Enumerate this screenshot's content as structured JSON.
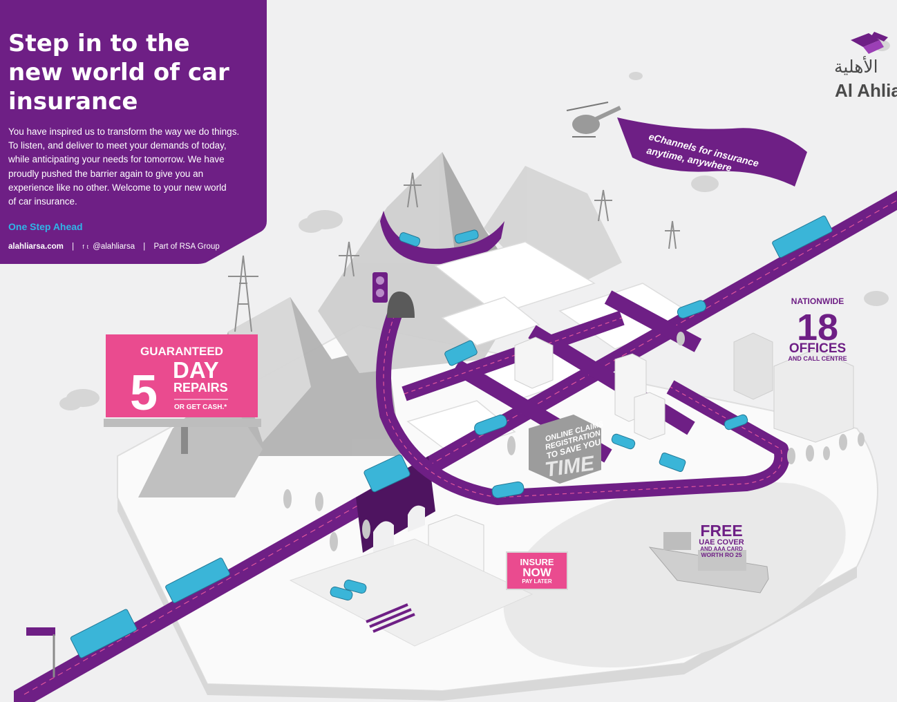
{
  "panel": {
    "headline": [
      "Step in to the",
      "new world of car",
      "insurance"
    ],
    "intro": [
      "You have inspired us to transform the way we do things.",
      "To listen, and deliver to meet your demands of today,",
      "while anticipating your needs for tomorrow. We have",
      "proudly pushed the barrier again to give you an",
      "experience like no other. Welcome to your new world",
      "of car insurance."
    ],
    "tagline": "One Step Ahead",
    "website": "alahliarsa.com",
    "social_handle": "@alahliarsa",
    "group": "Part of RSA Group"
  },
  "logo": {
    "arabic": "الأهلية",
    "english": "Al Ahlia"
  },
  "banner": {
    "line1": "eChannels for insurance",
    "line2": "anytime, anywhere"
  },
  "billboard": {
    "guaranteed": "GUARANTEED",
    "number": "5",
    "day": "DAY",
    "repairs": "REPAIRS",
    "cash": "OR GET CASH.*"
  },
  "offices": {
    "nationwide": "NATIONWIDE",
    "count": "18",
    "offices": "OFFICES",
    "centre": "AND CALL CENTRE"
  },
  "claims": {
    "line1": "ONLINE CLAIMS",
    "line2": "REGISTRATION",
    "line3": "TO SAVE YOU",
    "time": "TIME"
  },
  "insure": {
    "line1": "INSURE",
    "line2": "NOW",
    "line3": "PAY LATER"
  },
  "free": {
    "line1": "FREE",
    "line2": "UAE COVER",
    "line3": "AND AAA CARD",
    "line4": "WORTH RO 25"
  },
  "colors": {
    "purple": "#6e1f85",
    "pink": "#ea4b8f",
    "cyan": "#2fb6e8",
    "car_blue": "#3ab5d8"
  }
}
